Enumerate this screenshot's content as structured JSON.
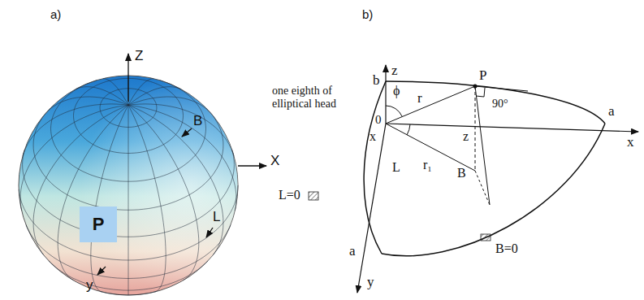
{
  "diagram": {
    "nodes": [
      {
        "text": [
          "P"
        ]
      }
    ],
    "labels": [
      "a)",
      "b)",
      "Z",
      "B",
      "X",
      "L",
      "y",
      "b",
      "z",
      "P",
      "one eighth of elliptical head",
      "r",
      "90°",
      "0",
      "x",
      "ϕ",
      "L=0",
      "L",
      "r₁",
      "B",
      "z",
      "y",
      "a",
      "x",
      "a",
      "B=0"
    ]
  }
}
